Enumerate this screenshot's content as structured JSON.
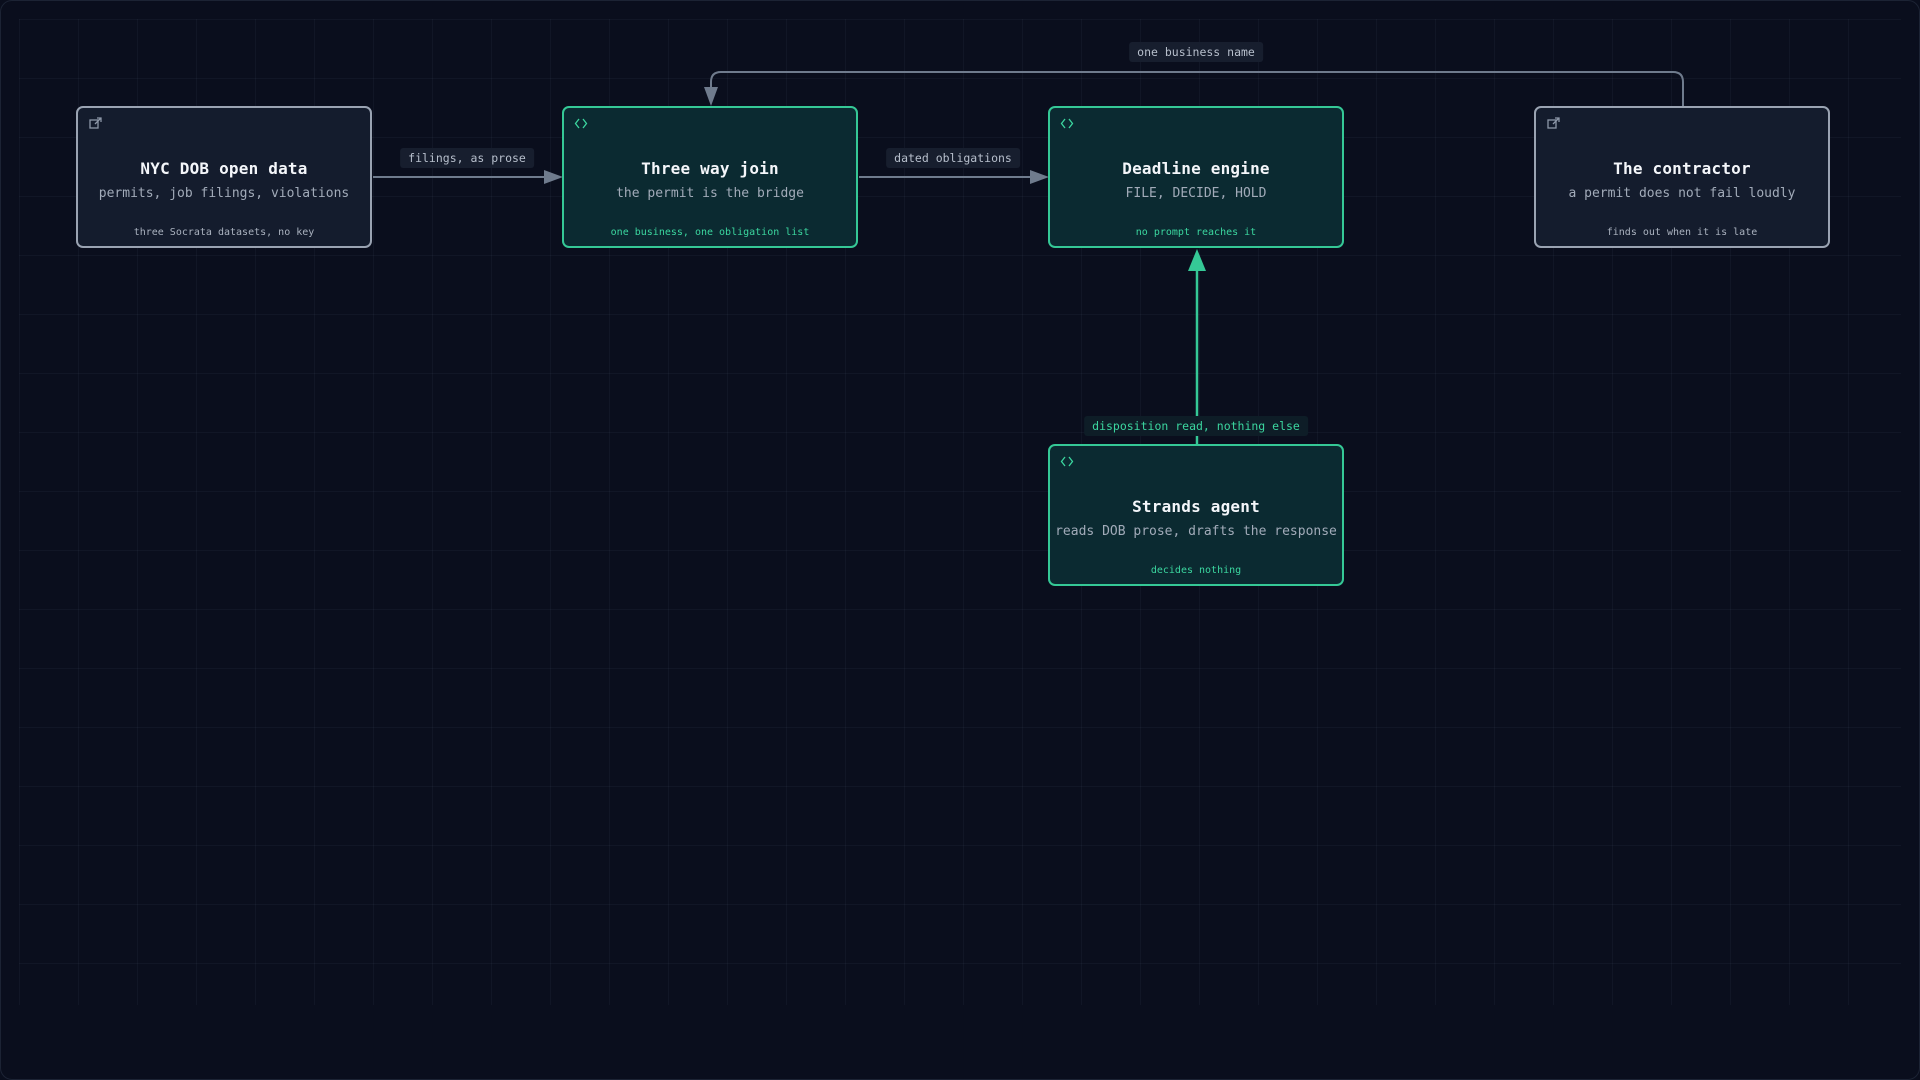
{
  "colors": {
    "background": "#0a0e1d",
    "node_border": "#9aa3b2",
    "accent": "#35c896",
    "edge": "#6f7b8d"
  },
  "nodes": {
    "nyc_dob": {
      "icon": "external-link-icon",
      "title": "NYC DOB open data",
      "subtitle": "permits, job filings, violations",
      "footnote": "three Socrata datasets, no key"
    },
    "three_way_join": {
      "icon": "code-icon",
      "title": "Three way join",
      "subtitle": "the permit is the bridge",
      "footnote": "one business, one obligation list"
    },
    "deadline_engine": {
      "icon": "code-icon",
      "title": "Deadline engine",
      "subtitle": "FILE, DECIDE, HOLD",
      "footnote": "no prompt reaches it"
    },
    "contractor": {
      "icon": "external-link-icon",
      "title": "The contractor",
      "subtitle": "a permit does not fail loudly",
      "footnote": "finds out when it is late"
    },
    "strands_agent": {
      "icon": "code-icon",
      "title": "Strands agent",
      "subtitle": "reads DOB prose, drafts the response",
      "footnote": "decides nothing"
    }
  },
  "edges": {
    "filings": {
      "label": "filings, as prose"
    },
    "obligations": {
      "label": "dated obligations"
    },
    "business_name": {
      "label": "one business name"
    },
    "disposition": {
      "label": "disposition read, nothing else"
    }
  }
}
